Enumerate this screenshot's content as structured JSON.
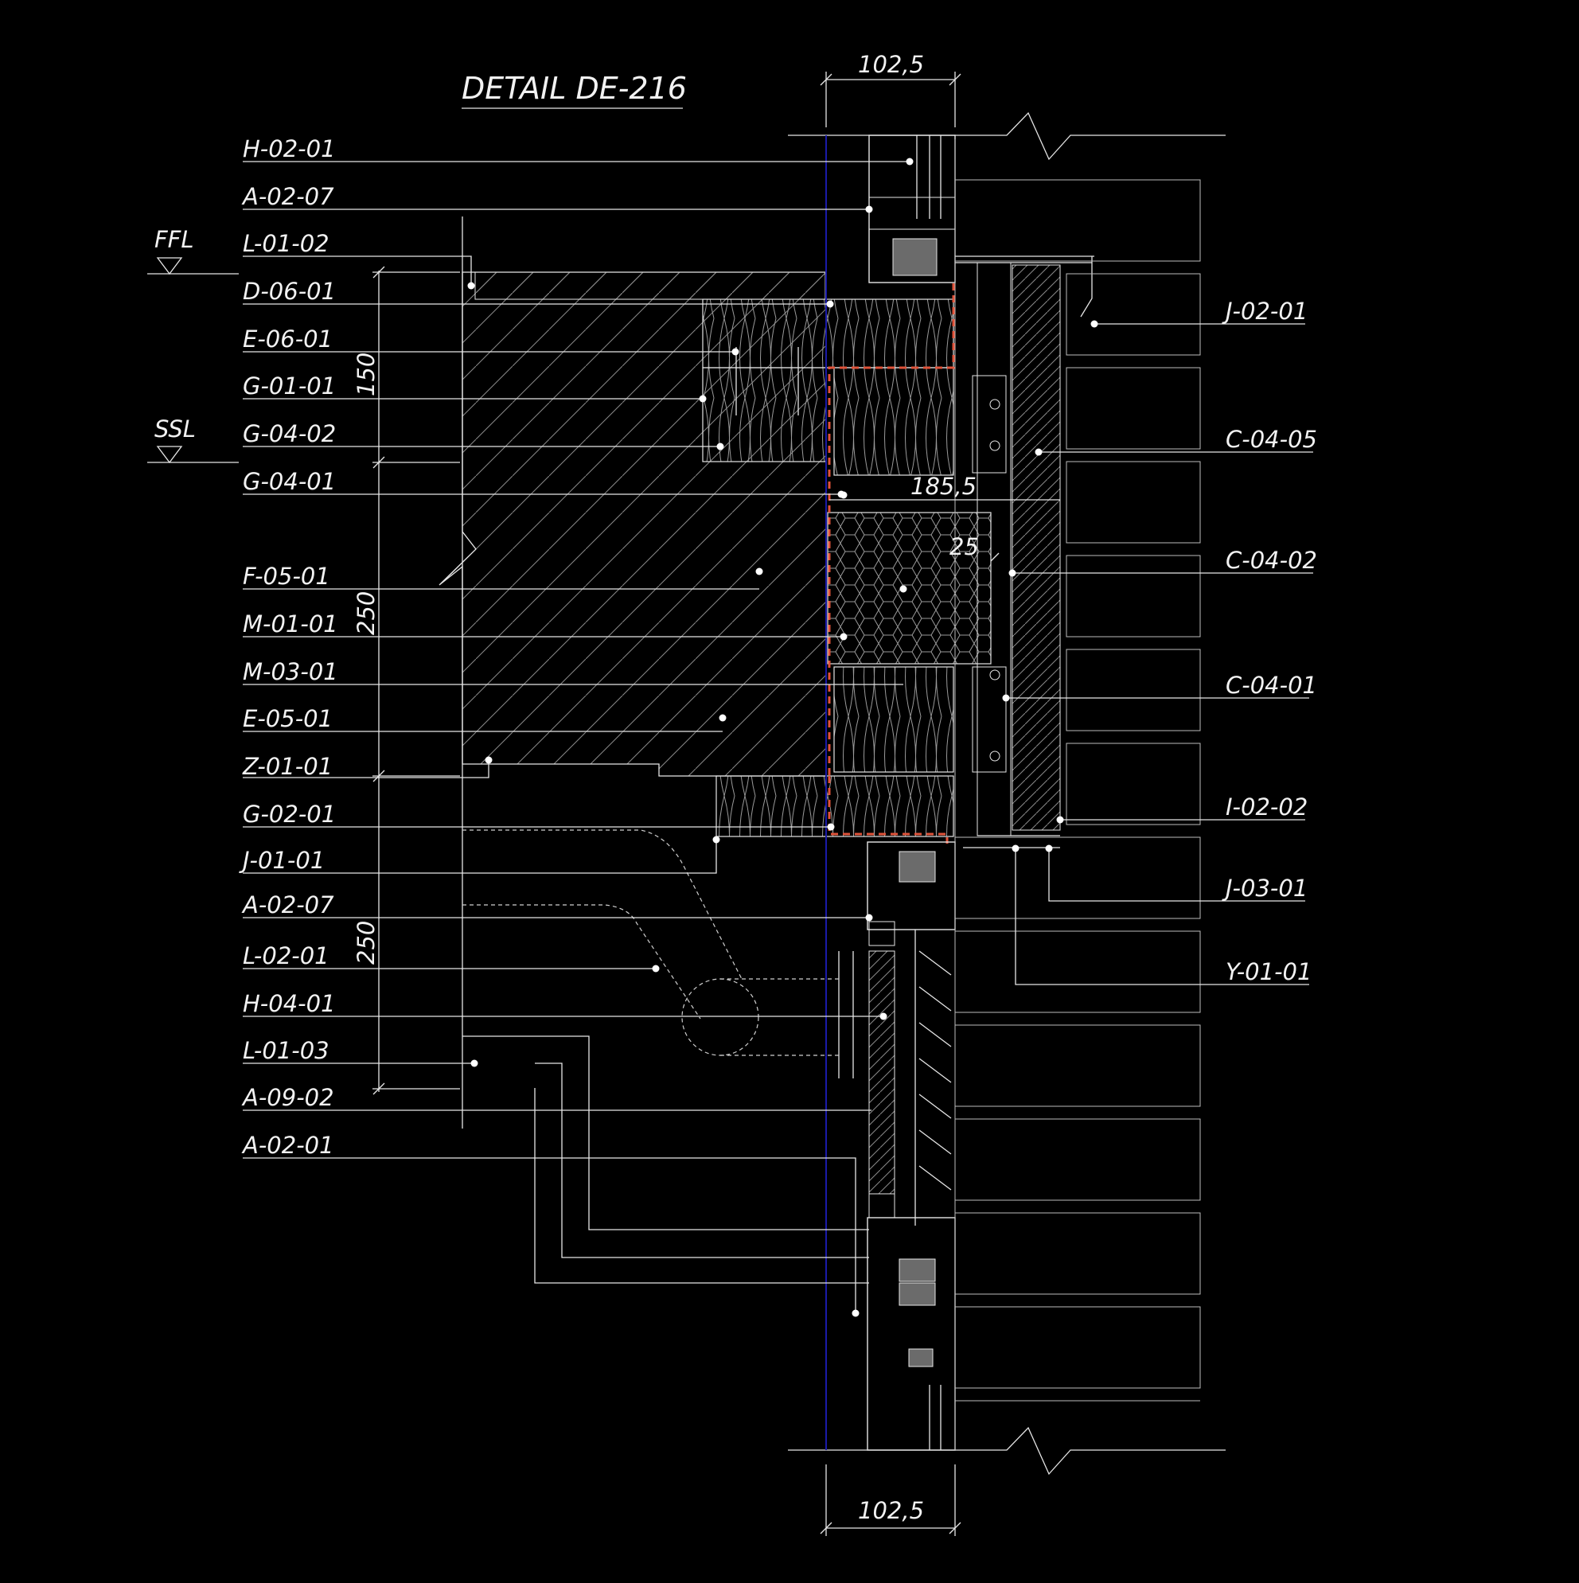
{
  "title": "DETAIL DE-216",
  "levels": [
    "FFL",
    "SSL"
  ],
  "left_tags": [
    "H-02-01",
    "A-02-07",
    "L-01-02",
    "D-06-01",
    "E-06-01",
    "G-01-01",
    "G-04-02",
    "G-04-01",
    "F-05-01",
    "M-01-01",
    "M-03-01",
    "E-05-01",
    "Z-01-01",
    "G-02-01",
    "J-01-01",
    "A-02-07",
    "L-02-01",
    "H-04-01",
    "L-01-03",
    "A-09-02",
    "A-02-01"
  ],
  "right_tags": [
    "J-02-01",
    "C-04-05",
    "C-04-02",
    "C-04-01",
    "I-02-02",
    "J-03-01",
    "Y-01-01"
  ],
  "dimensions": {
    "top_width": "102,5",
    "bottom_width": "102,5",
    "vertical_1": "150",
    "vertical_2": "250",
    "vertical_3": "250",
    "cavity": "185,5",
    "cladding": "25"
  },
  "colors": {
    "background": "#000000",
    "linework": "#e6e6e6",
    "membrane": "#e0533a",
    "axis": "#1a1aa8"
  }
}
